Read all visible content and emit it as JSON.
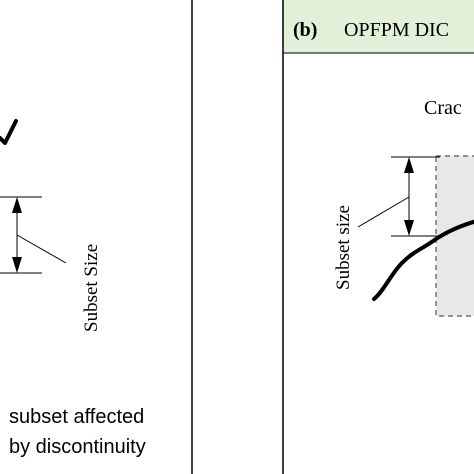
{
  "panel_b": {
    "label": "(b)",
    "title": "OPFPM DIC",
    "header_color": "#e2efd9",
    "crack_label": "Crac",
    "subset_label": "Subset size"
  },
  "panel_a": {
    "subset_label": "Subset Size",
    "note_line1": "subset affected",
    "note_line2": "by discontinuity"
  },
  "colors": {
    "region_fill": "#e8e8e8",
    "stroke": "#000000"
  }
}
